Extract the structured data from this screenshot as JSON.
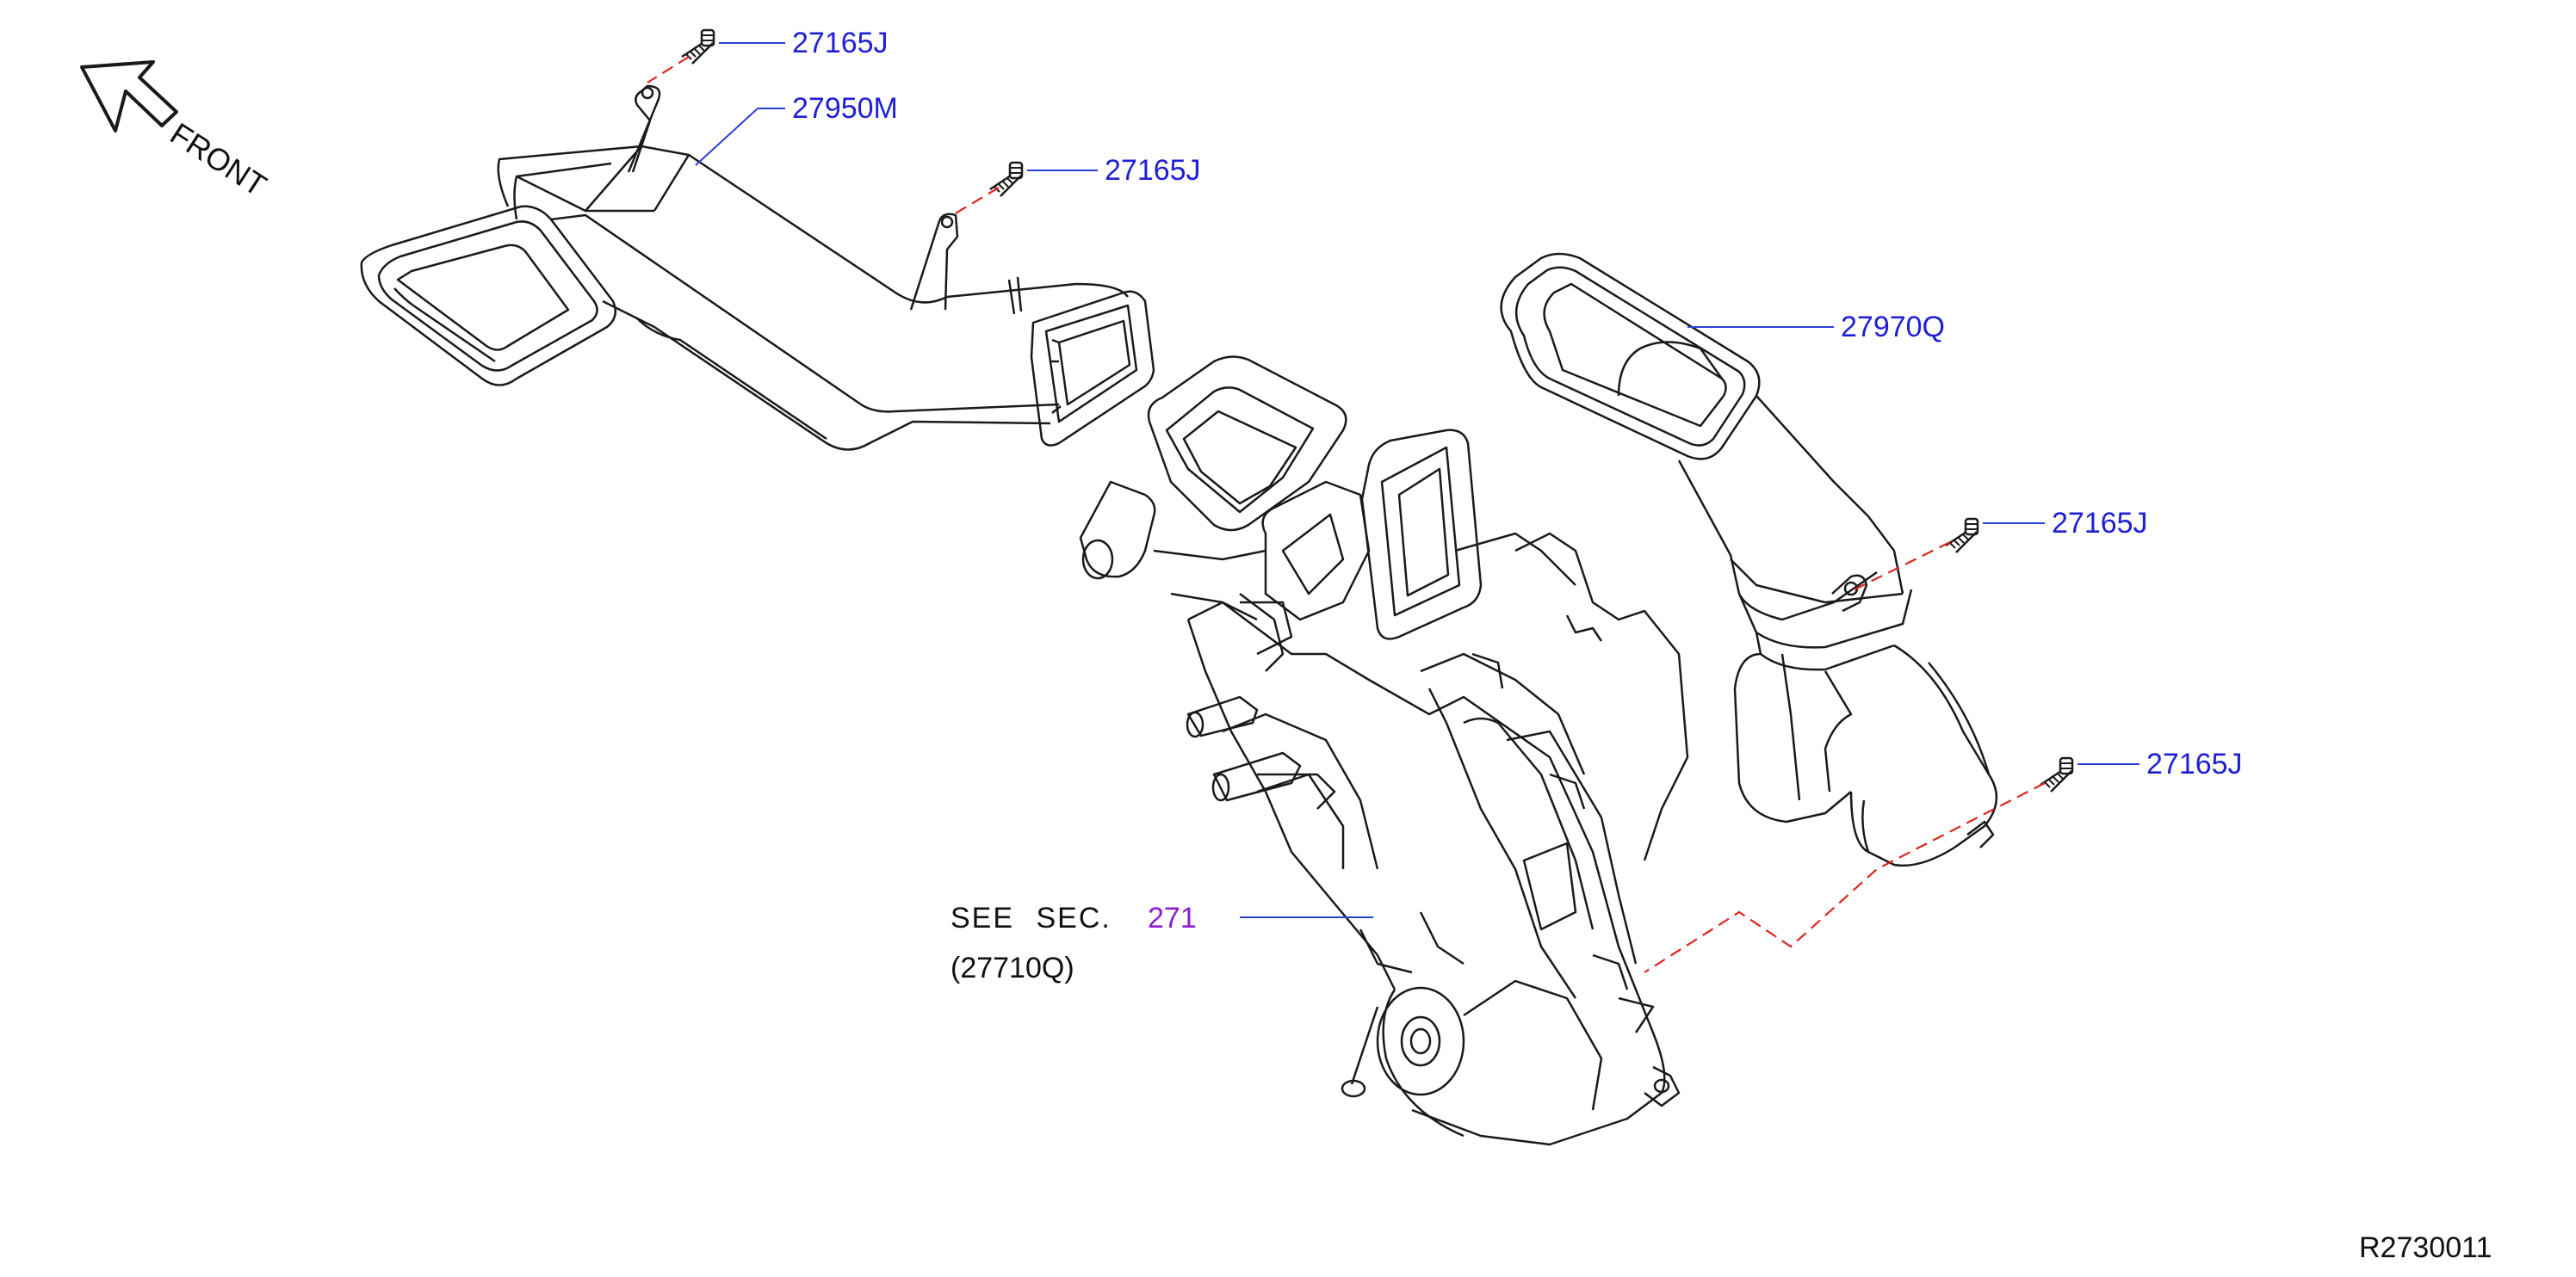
{
  "colors": {
    "line": "#1a1a1a",
    "leader": "#2a3fd6",
    "dash": "#e0241c",
    "part_label": "#1f1fd6",
    "ref_label": "#8a1fd6",
    "text": "#111111"
  },
  "front_label": "FRONT",
  "parts": {
    "bolt_1": "27165J",
    "duct_front": "27950M",
    "bolt_2": "27165J",
    "duct_rear": "27970Q",
    "bolt_3": "27165J",
    "bolt_4": "27165J"
  },
  "see_sec": {
    "prefix": "SEE SEC.",
    "section": "271",
    "part": "(27710Q)"
  },
  "diagram_id": "R2730011",
  "icons": [
    "front-arrow-icon",
    "bolt-icon"
  ]
}
